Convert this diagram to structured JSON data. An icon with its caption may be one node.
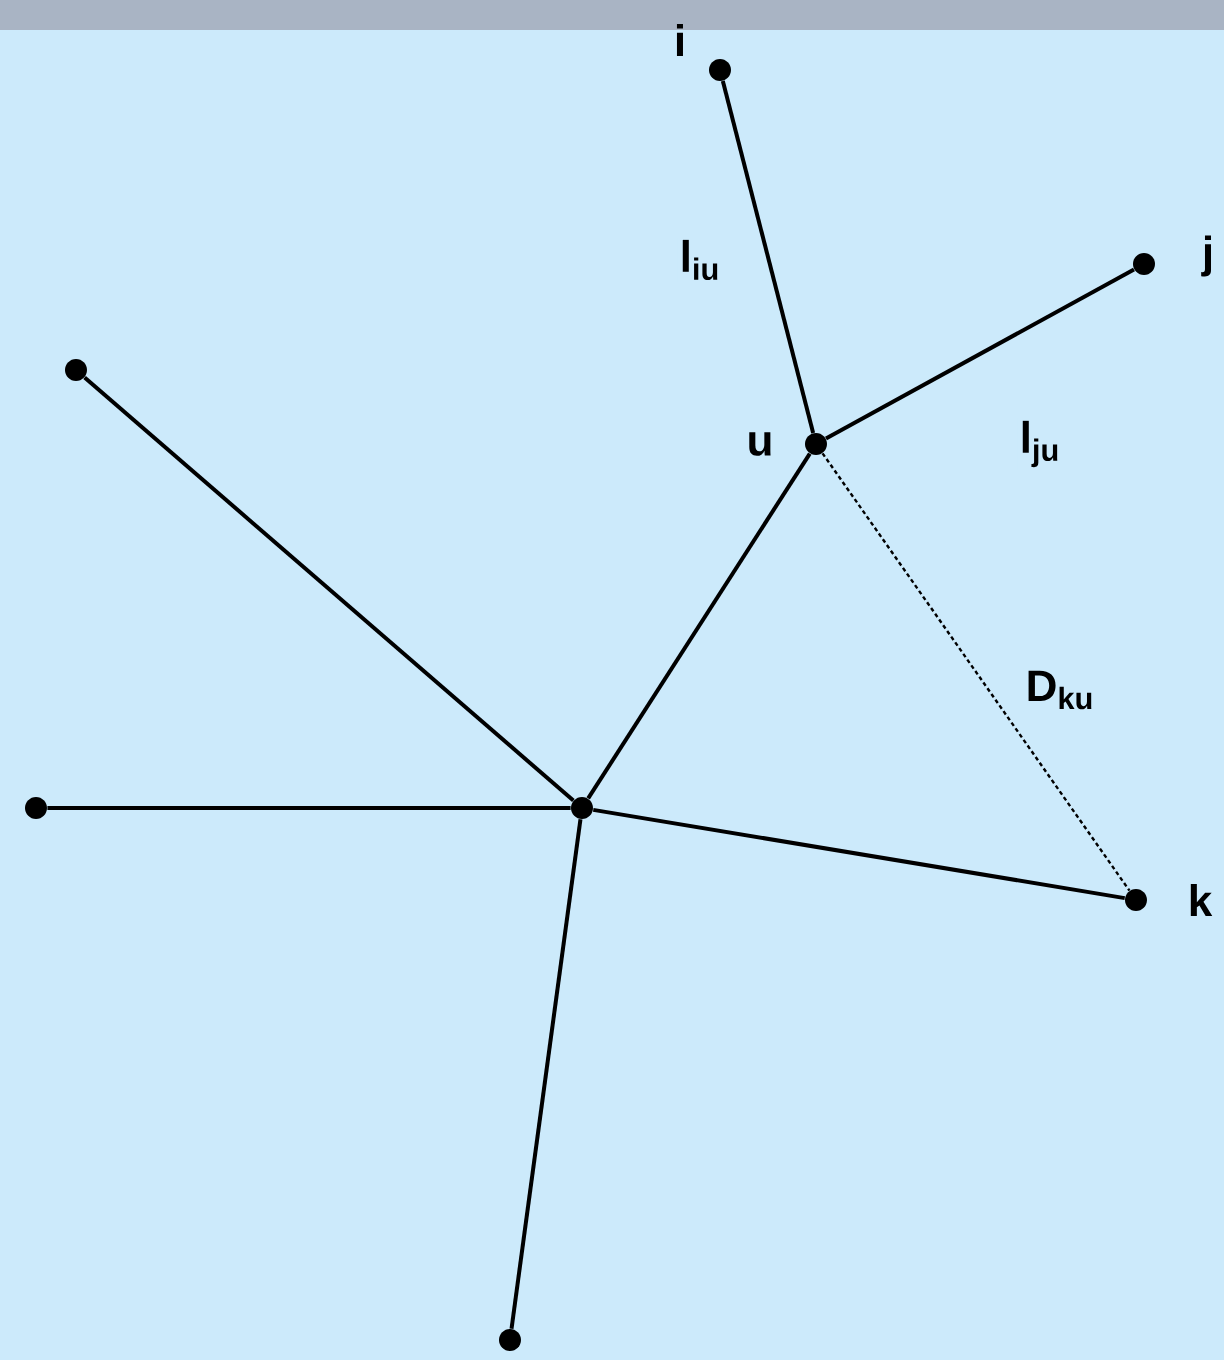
{
  "diagram": {
    "nodes": [
      {
        "text": [],
        "shape": "circle",
        "beside": [
          "i"
        ]
      },
      {
        "text": [],
        "shape": "circle",
        "beside": [
          "j"
        ]
      },
      {
        "text": [],
        "shape": "circle"
      },
      {
        "text": [],
        "shape": "circle",
        "beside": [
          "u"
        ]
      },
      {
        "text": [],
        "shape": "circle"
      },
      {
        "text": [],
        "shape": "circle"
      },
      {
        "text": [],
        "shape": "circle",
        "beside": [
          "k"
        ]
      },
      {
        "text": [],
        "shape": "circle"
      }
    ],
    "edges": [
      {
        "from": 0,
        "to": 3,
        "arrow": "none",
        "label": "l$_{iu}$"
      },
      {
        "from": 3,
        "to": 1,
        "arrow": "none",
        "label": "l$_{ju}$"
      },
      {
        "from": 2,
        "to": 5,
        "arrow": "none"
      },
      {
        "from": 3,
        "to": 5,
        "arrow": "none"
      },
      {
        "from": 4,
        "to": 5,
        "arrow": "none"
      },
      {
        "from": 5,
        "to": 6,
        "arrow": "none"
      },
      {
        "from": 5,
        "to": 7,
        "arrow": "none"
      },
      {
        "from": 3,
        "to": 6,
        "arrow": "none",
        "style": "dashed",
        "label": "D$_{ku}$"
      }
    ]
  }
}
